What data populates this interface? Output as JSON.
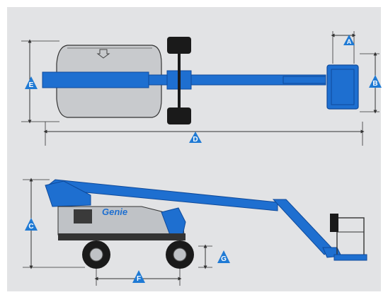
{
  "brand": {
    "logo_text": "Genie"
  },
  "colors": {
    "panel_bg": "#e2e3e5",
    "machine_blue": "#1e6fd0",
    "machine_blue_dark": "#0f4a9a",
    "badge_blue": "#1f7ad4",
    "chassis_gray": "#bfc2c6",
    "tire_black": "#1a1a1a",
    "dimension_line": "#333333"
  },
  "dimension_labels": {
    "a": "A",
    "b": "B",
    "c": "C",
    "d": "D",
    "e": "E",
    "f": "F",
    "g": "G"
  }
}
